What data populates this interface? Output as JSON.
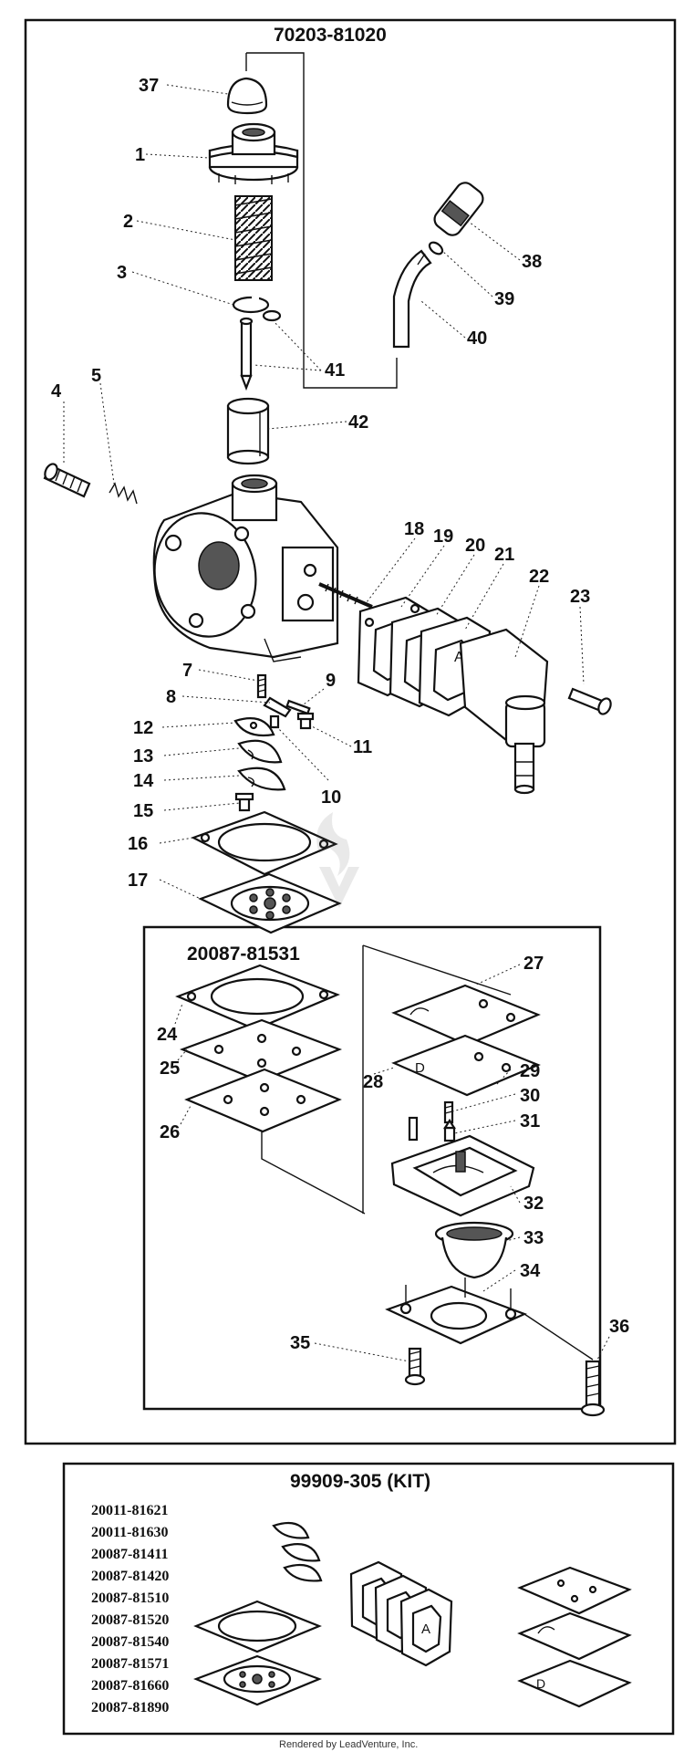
{
  "assembly_header": "70203-81020",
  "subkit_header": "20087-81531",
  "kit_header": "99909-305 (KIT)",
  "footer": "Rendered by LeadVenture, Inc.",
  "callouts": [
    "37",
    "1",
    "2",
    "3",
    "41",
    "4",
    "5",
    "42",
    "18",
    "19",
    "20",
    "21",
    "22",
    "23",
    "38",
    "39",
    "40",
    "7",
    "8",
    "9",
    "11",
    "12",
    "13",
    "14",
    "10",
    "15",
    "16",
    "17",
    "24",
    "25",
    "26",
    "27",
    "28",
    "29",
    "30",
    "31",
    "32",
    "33",
    "34",
    "35",
    "36"
  ],
  "kit_parts": [
    "20011-81621",
    "20011-81630",
    "20087-81411",
    "20087-81420",
    "20087-81510",
    "20087-81520",
    "20087-81540",
    "20087-81571",
    "20087-81660",
    "20087-81890"
  ]
}
